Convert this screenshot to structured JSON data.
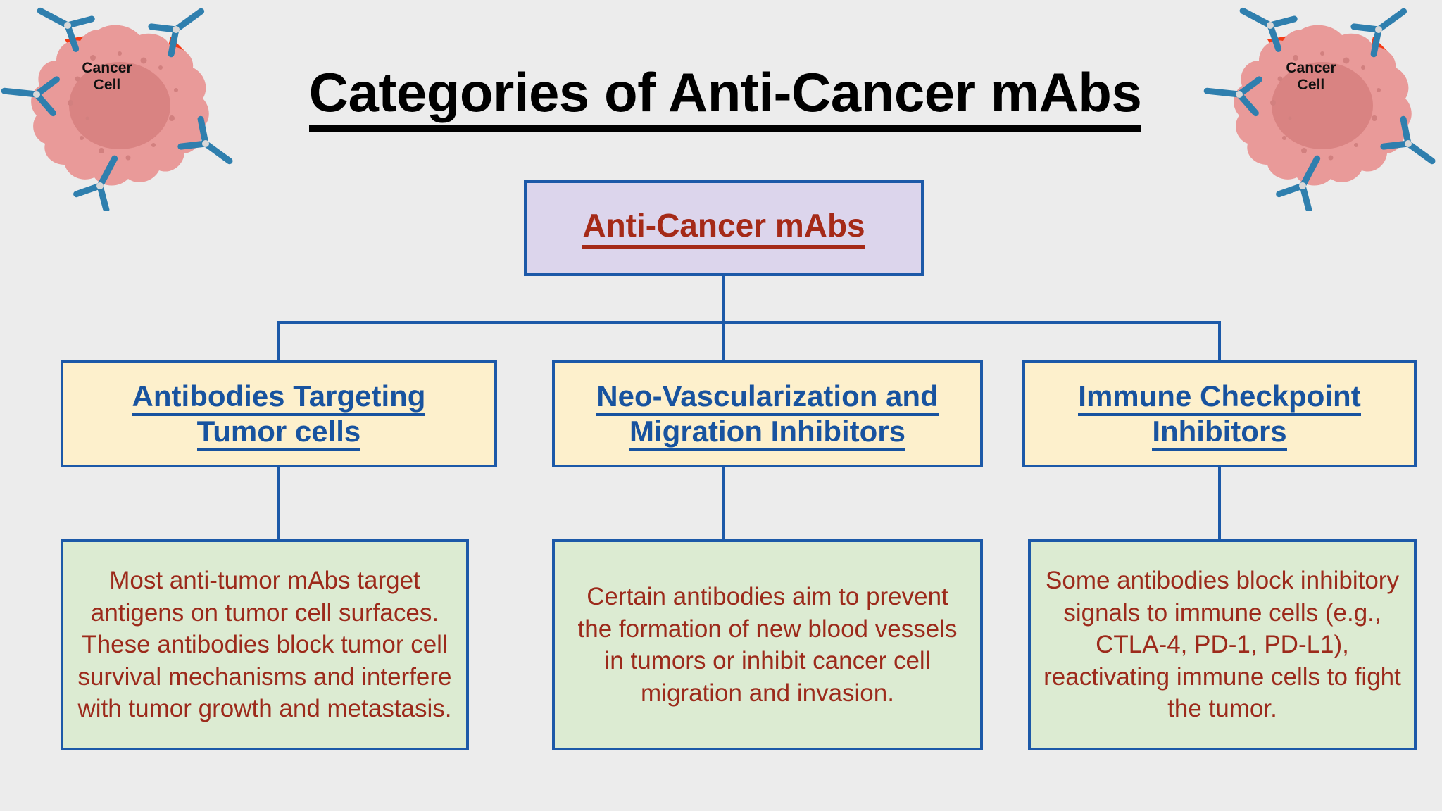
{
  "page": {
    "title": "Categories of Anti-Cancer mAbs",
    "background_color": "#ececec"
  },
  "colors": {
    "border_blue": "#1c59a8",
    "heading_blue": "#18539f",
    "dark_red": "#a52a18",
    "body_red": "#9c2a1b",
    "root_fill": "#dcd5ec",
    "category_fill": "#fdf0cc",
    "description_fill": "#dcebd2",
    "cell_body": "#e99a99",
    "cell_nucleus": "#d98382",
    "receptor_red": "#f53a14",
    "antibody_blue": "#2f7fae"
  },
  "diagram": {
    "root": {
      "label": "Anti-Cancer mAbs"
    },
    "categories": [
      {
        "label_line1": "Antibodies Targeting",
        "label_line2": "Tumor cells",
        "description": "Most anti-tumor mAbs target antigens on tumor cell surfaces. These antibodies block tumor cell survival mechanisms and interfere with tumor growth and metastasis."
      },
      {
        "label_line1": "Neo-Vascularization and",
        "label_line2": "Migration Inhibitors",
        "description": "Certain antibodies aim to prevent the formation of new blood vessels in tumors or inhibit cancer cell migration and invasion."
      },
      {
        "label_line1": "Immune Checkpoint",
        "label_line2": "Inhibitors",
        "description": "Some antibodies block inhibitory signals to immune cells (e.g., CTLA-4, PD-1, PD-L1), reactivating immune cells to fight the tumor."
      }
    ]
  },
  "illustrations": {
    "cell_left": {
      "label_line1": "Cancer",
      "label_line2": "Cell"
    },
    "cell_right": {
      "label_line1": "Cancer",
      "label_line2": "Cell"
    }
  }
}
